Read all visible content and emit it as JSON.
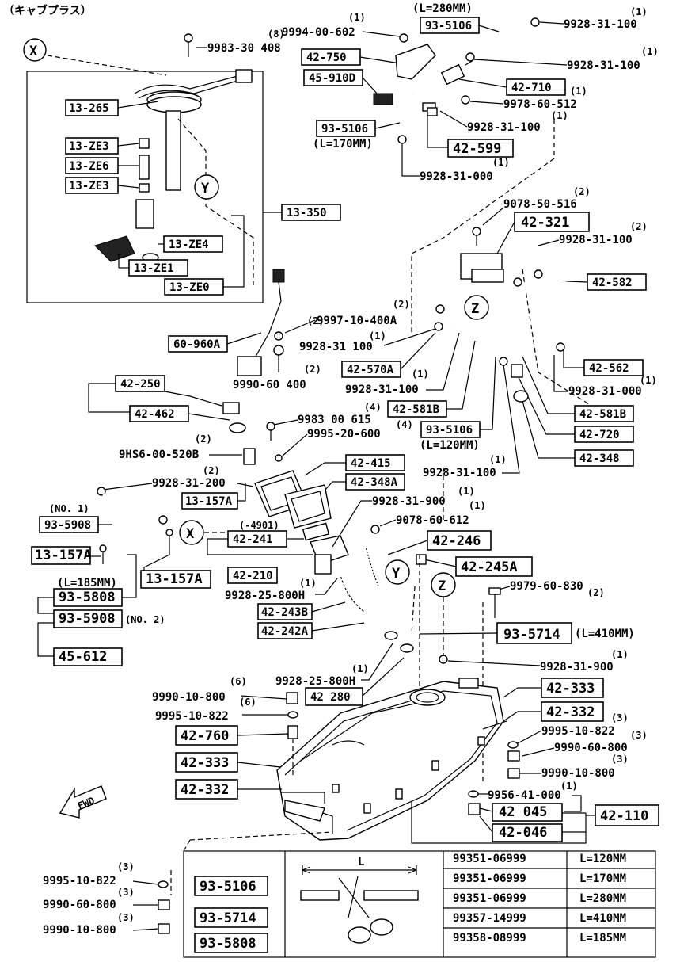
{
  "header": "（キャブプラス）",
  "callouts": {
    "X": "X",
    "Y": "Y",
    "Z": "Z"
  },
  "fwd": "FWD",
  "boxes": {
    "b93_5106a": "93-5106",
    "b42_750": "42-750",
    "b45_910d": "45-910D",
    "b42_710": "42-710",
    "b93_5106b": "93-5106",
    "b42_599": "42-599",
    "b13_265": "13-265",
    "b13_ze3a": "13-ZE3",
    "b13_ze6": "13-ZE6",
    "b13_ze3b": "13-ZE3",
    "b13_350": "13-350",
    "b13_ze4": "13-ZE4",
    "b13_ze1": "13-ZE1",
    "b13_ze0": "13-ZE0",
    "b42_321": "42-321",
    "b42_582": "42-582",
    "b60_960a": "60-960A",
    "b42_570a": "42-570A",
    "b42_562": "42-562",
    "b42_250": "42-250",
    "b42_462": "42-462",
    "b42_581b_l": "42-581B",
    "b42_581b_r": "42-581B",
    "b93_5106c": "93-5106",
    "b42_720": "42-720",
    "b42_348": "42-348",
    "b42_415": "42-415",
    "b42_348a": "42-348A",
    "b13_157a_t": "13-157A",
    "b93_5908a": "93-5908",
    "b42_241": "42-241",
    "b42_246": "42-246",
    "b42_245a": "42-245A",
    "b13_157a_l": "13-157A",
    "b13_157a_m": "13-157A",
    "b42_210": "42-210",
    "b93_5808a": "93-5808",
    "b93_5908b": "93-5908",
    "b42_243b": "42-243B",
    "b42_242a": "42-242A",
    "b93_5714a": "93-5714",
    "b45_612": "45-612",
    "b42_280": "42 280",
    "b42_333r": "42-333",
    "b42_332r": "42-332",
    "b42_760": "42-760",
    "b42_333l": "42-333",
    "b42_332l": "42-332",
    "b42_045": "42 045",
    "b42_046": "42-046",
    "b42_110": "42-110",
    "t93_5106": "93-5106",
    "t93_5714": "93-5714",
    "t93_5808": "93-5808"
  },
  "labels": {
    "l_len280": "(L=280MM)",
    "l_1a": "(1)",
    "l_9928_31_100a": "9928-31-100",
    "l_8": "(8)",
    "l_9994": "9994-00-602",
    "l_1b": "(1)",
    "l_9983_30_408": "9983-30  408",
    "l_1c": "(1)",
    "l_9928_31_100b": "9928-31-100",
    "l_1d": "(1)",
    "l_9978": "9978-60-512",
    "l_1e": "(1)",
    "l_9928_31_100c": "9928-31-100",
    "l_len170": "(L=170MM)",
    "l_1f": "(1)",
    "l_9928_31_000a": "9928-31-000",
    "l_2a": "(2)",
    "l_9078_50_516": "9078-50-516",
    "l_2b": "(2)",
    "l_9928_31_100d": "9928-31-100",
    "l_2c": "(2)",
    "l_9997": "9997-10-400A",
    "l_1g": "(1)",
    "l_9928_31_100e": "9928-31  100",
    "l_2d": "(2)",
    "l_9990_60_400": "9990-60  400",
    "l_1h": "(1)",
    "l_9928_31_100f": "9928-31-100",
    "l_1i": "(1)",
    "l_9928_31_000b": "9928-31-000",
    "l_4": "(4)",
    "l_9983_00_615": "9983 00 615",
    "l_4b": "(4)",
    "l_9995_20_600": "9995-20-600",
    "l_len120": "(L=120MM)",
    "l_2e": "(2)",
    "l_9hs6": "9HS6-00-520B",
    "l_1j": "(1)",
    "l_9928_31_100g": "9928-31-100",
    "l_2f": "(2)",
    "l_9928_31_200": "9928-31-200",
    "l_no1": "(NO. 1)",
    "l_1k": "(1)",
    "l_9928_31_900a": "9928-31-900",
    "l_1l": "(1)",
    "l_9078_60_612": "9078-60-612",
    "l_4901": "(-4901)",
    "l_len185": "(L=185MM)",
    "l_1m": "(1)",
    "l_9928_25_800ha": "9928-25-800H",
    "l_no2": "(NO. 2)",
    "l_2g": "(2)",
    "l_9979": "9979-60-830",
    "l_len410": "(L=410MM)",
    "l_1n": "(1)",
    "l_9928_31_900b": "9928-31-900",
    "l_1o": "(1)",
    "l_9928_25_800hb": "9928-25-800H",
    "l_6a": "(6)",
    "l_9990_10_800a": "9990-10-800",
    "l_6b": "(6)",
    "l_9995_10_822a": "9995-10-822",
    "l_3a": "(3)",
    "l_9995_10_822b": "9995-10-822",
    "l_3b": "(3)",
    "l_9990_60_800a": "9990-60-800",
    "l_3c": "(3)",
    "l_9990_10_800b": "9990-10-800",
    "l_1p": "(1)",
    "l_9956": "9956-41-000",
    "l_3d": "(3)",
    "l_9995_10_822c": "9995-10-822",
    "l_3e": "(3)",
    "l_9990_60_800b": "9990-60-800",
    "l_3f": "(3)",
    "l_9990_10_800c": "9990-10-800",
    "l_L": "L"
  },
  "table": {
    "rows": [
      {
        "part": "99351-06999",
        "len": "L=120MM"
      },
      {
        "part": "99351-06999",
        "len": "L=170MM"
      },
      {
        "part": "99351-06999",
        "len": "L=280MM"
      },
      {
        "part": "99357-14999",
        "len": "L=410MM"
      },
      {
        "part": "99358-08999",
        "len": "L=185MM"
      }
    ]
  }
}
